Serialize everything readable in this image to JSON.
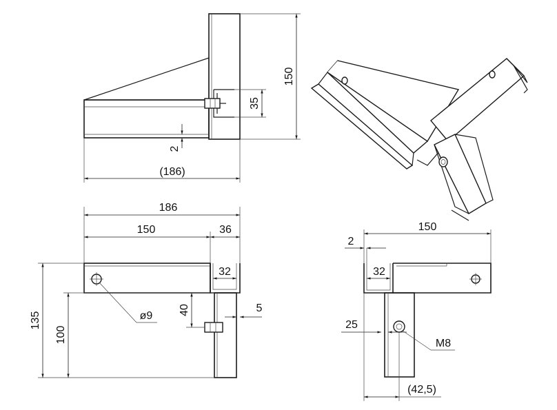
{
  "front_view": {
    "dim_height": "150",
    "dim_bracket": "35",
    "dim_thickness": "2",
    "dim_length": "(186)"
  },
  "top_view": {
    "dim_total": "186",
    "dim_arm": "150",
    "dim_channel": "36",
    "dim_inner": "32",
    "dim_height": "135",
    "dim_lower": "100",
    "dim_bolt_pos": "40",
    "dim_offset": "5",
    "hole_label": "ø9"
  },
  "side_view": {
    "dim_length": "150",
    "dim_thickness": "2",
    "dim_inner": "32",
    "dim_offset": "25",
    "dim_center": "(42,5)",
    "thread_label": "M8"
  }
}
